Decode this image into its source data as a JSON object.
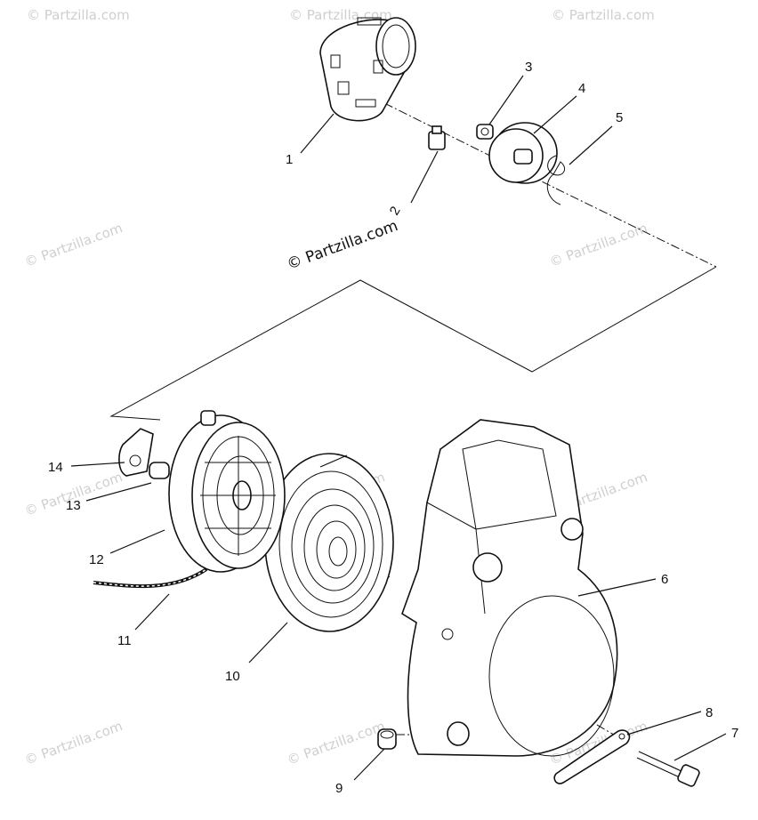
{
  "watermark": {
    "main": "© Partzilla.com",
    "faint": "© Partzilla.com"
  },
  "callouts": [
    "1",
    "2",
    "3",
    "4",
    "5",
    "6",
    "7",
    "8",
    "9",
    "10",
    "11",
    "12",
    "13",
    "14"
  ],
  "colors": {
    "line": "#111111",
    "watermark": "#cfcfcf",
    "background": "#ffffff"
  }
}
